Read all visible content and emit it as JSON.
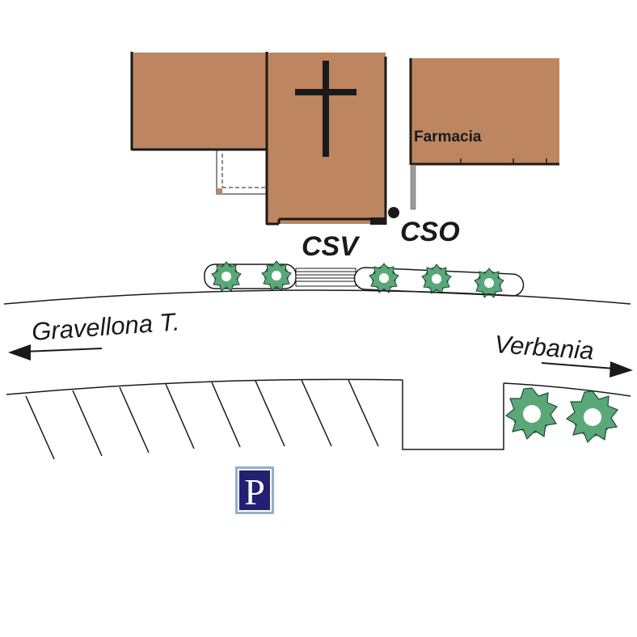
{
  "map": {
    "labels": {
      "farmacia": "Farmacia",
      "csv": "CSV",
      "cso": "CSO",
      "gravellona": "Gravellona T.",
      "verbania": "Verbania",
      "parking": "P"
    },
    "colors": {
      "building": "#bd8560",
      "outline": "#1a1a1a",
      "tree_fill": "#5aa878",
      "tree_dark": "#2f6b4a",
      "parking_bg": "#231f73",
      "parking_border": "#8fb0d0"
    }
  }
}
